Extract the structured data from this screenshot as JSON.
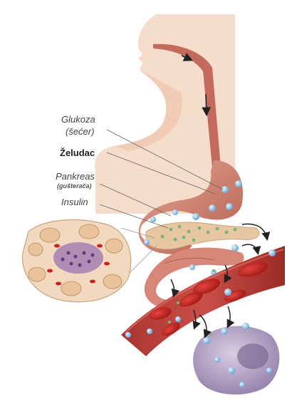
{
  "labels": {
    "glukoza": "Glukoza",
    "secer": "(šećer)",
    "zeludac": "Želudac",
    "pankreas": "Pankreas",
    "gusteraca": "(gušterača)",
    "insulin": "Insulin"
  },
  "colors": {
    "skin": "#f4d9c6",
    "skin_shadow": "#e8b79c",
    "esophagus": "#c46a5c",
    "stomach": "#d9897a",
    "pancreas": "#e5c8a3",
    "blood_vessel": "#b5403a",
    "red_cell": "#c9231f",
    "glucose": "#8fc0e6",
    "insulin": "#7fb27f",
    "cell": "#b9a7c8",
    "arrow": "#222222"
  }
}
